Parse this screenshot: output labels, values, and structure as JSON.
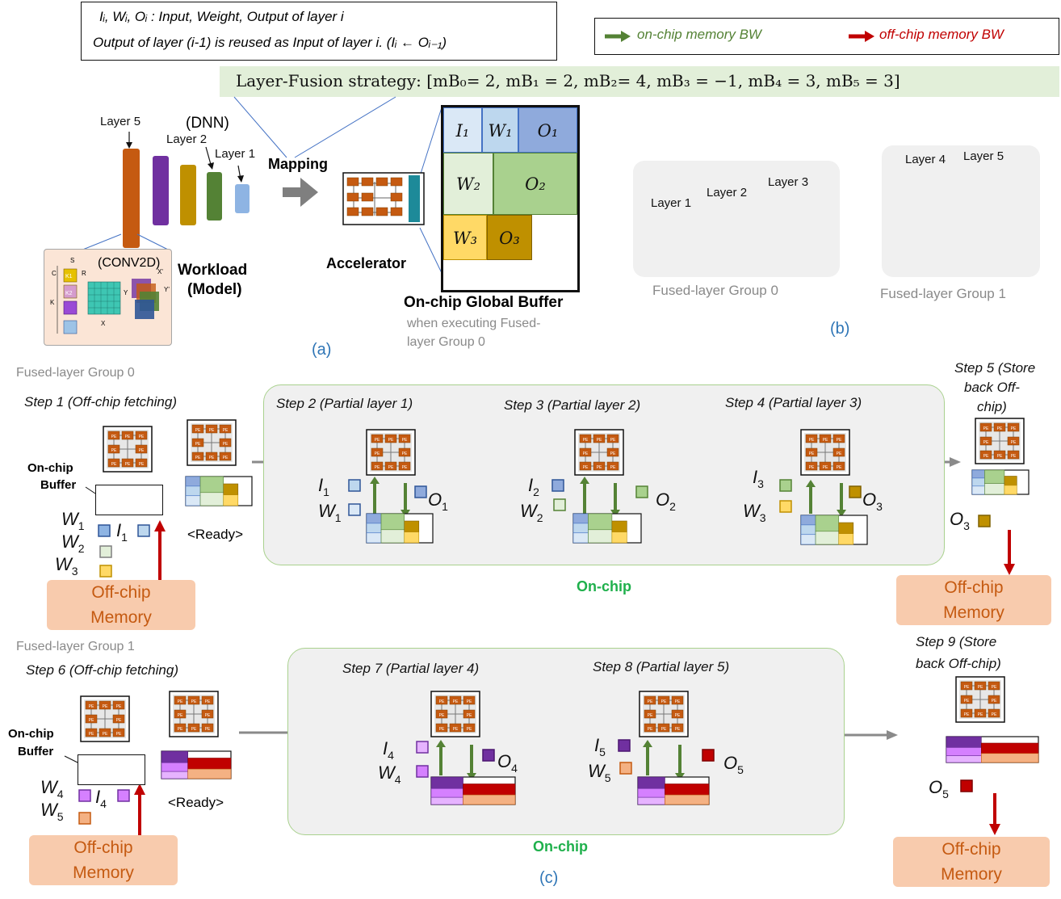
{
  "header": {
    "def_line1": "Iᵢ, Wᵢ, Oᵢ : Input, Weight, Output of layer i",
    "def_line2": "Output of layer (i-1) is reused as Input of layer i. (Iᵢ ← Oᵢ₋₁)",
    "legend_onchip": "on-chip memory BW",
    "legend_offchip": "off-chip memory BW",
    "strategy": "Layer-Fusion strategy:  [mB₀= 2,  mB₁ = 2,  mB₂= 4,  mB₃ = −1,  mB₄ = 3,  mB₅ = 3]"
  },
  "panel_a": {
    "dnn_label": "(DNN)",
    "layer5": "Layer 5",
    "layer2": "Layer 2",
    "layer1": "Layer 1",
    "conv_label": "(CONV2D)",
    "workload": "Workload",
    "model": "(Model)",
    "mapping": "Mapping",
    "accelerator": "Accelerator",
    "buffer_title": "On-chip Global Buffer",
    "buffer_sub1": "when executing Fused-",
    "buffer_sub2": "layer Group 0",
    "caption": "(a)",
    "buffer_cells": [
      "I₁",
      "W₁",
      "O₁",
      "W₂",
      "O₂",
      "W₃",
      "O₃"
    ],
    "conv_dims": [
      "C",
      "S",
      "R",
      "K",
      "X",
      "Y",
      "X'",
      "Y'",
      "K1",
      "K2"
    ]
  },
  "panel_b": {
    "g0_layer1": "Layer 1",
    "g0_layer2": "Layer 2",
    "g0_layer3": "Layer 3",
    "g1_layer4": "Layer 4",
    "g1_layer5": "Layer 5",
    "g0_caption": "Fused-layer Group 0",
    "g1_caption": "Fused-layer Group 1",
    "caption": "(b)"
  },
  "panel_c": {
    "group0": "Fused-layer Group 0",
    "group1": "Fused-layer Group 1",
    "step1": "Step 1 (Off-chip fetching)",
    "step2": "Step 2 (Partial layer 1)",
    "step3": "Step 3 (Partial layer 2)",
    "step4": "Step 4 (Partial layer 3)",
    "step5_l1": "Step 5 (Store",
    "step5_l2": "back Off-",
    "step5_l3": "chip)",
    "step6": "Step 6 (Off-chip fetching)",
    "step7": "Step 7 (Partial layer 4)",
    "step8": "Step 8 (Partial layer 5)",
    "step9_l1": "Step 9 (Store",
    "step9_l2": "back Off-chip)",
    "onchip_buffer_l1": "On-chip",
    "onchip_buffer_l2": "Buffer",
    "ready": "<Ready>",
    "onchip": "On-chip",
    "offchip_l1": "Off-chip",
    "offchip_l2": "Memory",
    "caption": "(c)",
    "pe": "PE"
  },
  "colors": {
    "onchip_arrow": "#548235",
    "offchip_arrow": "#c00000",
    "layer1": "#8eb4e3",
    "layer2": "#548235",
    "layer3": "#bf9000",
    "layer4": "#7030a0",
    "layer5": "#c55a11",
    "offchip_fill": "#f8cbad",
    "strategy_fill": "#e2efd9",
    "onchip_panel": "#f0f0f0"
  }
}
